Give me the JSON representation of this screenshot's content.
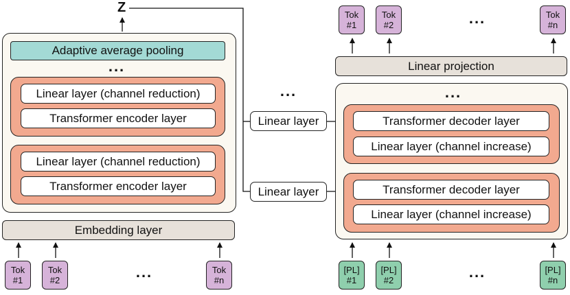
{
  "encoder": {
    "pooling_label": "Adaptive average pooling",
    "block1": {
      "reduction_label": "Linear layer (channel reduction)",
      "encoder_label": "Transformer encoder layer"
    },
    "block2": {
      "reduction_label": "Linear layer (channel reduction)",
      "encoder_label": "Transformer encoder layer"
    },
    "embedding_label": "Embedding layer",
    "tokens": [
      {
        "line1": "Tok",
        "line2": "#1"
      },
      {
        "line1": "Tok",
        "line2": "#2"
      },
      {
        "line1": "Tok",
        "line2": "#n"
      }
    ]
  },
  "latent_label": "Z",
  "ellipsis": "...",
  "bridge": {
    "linear1": "Linear layer",
    "linear2": "Linear layer"
  },
  "decoder": {
    "projection_label": "Linear projection",
    "block1": {
      "decoder_label": "Transformer decoder layer",
      "increase_label": "Linear layer (channel increase)"
    },
    "block2": {
      "decoder_label": "Transformer decoder layer",
      "increase_label": "Linear layer (channel increase)"
    },
    "outputs": [
      {
        "line1": "Tok",
        "line2": "#1"
      },
      {
        "line1": "Tok",
        "line2": "#2"
      },
      {
        "line1": "Tok",
        "line2": "#n"
      }
    ],
    "inputs": [
      {
        "line1": "[PL]",
        "line2": "#1"
      },
      {
        "line1": "[PL]",
        "line2": "#2"
      },
      {
        "line1": "[PL]",
        "line2": "#n"
      }
    ]
  },
  "colors": {
    "container": "#fbf8f1",
    "block": "#f2a98f",
    "pooling": "#a3dad5",
    "bar": "#e7e1da",
    "token": "#d6b3d9",
    "placeholder_token": "#8fcfad"
  }
}
